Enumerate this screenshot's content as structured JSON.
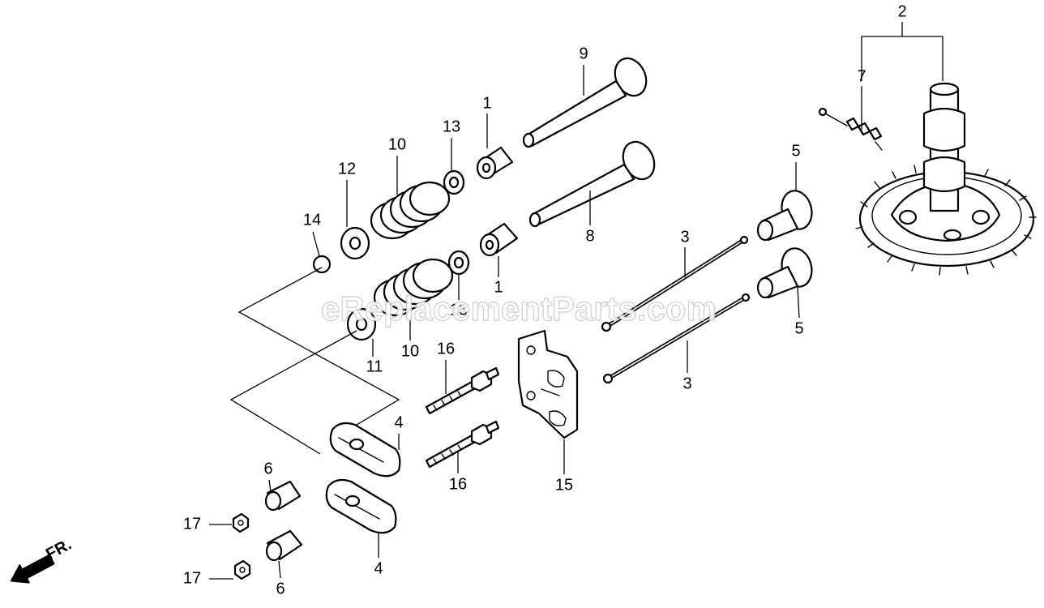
{
  "watermark": "eReplacementParts.com",
  "front_marker": "FR.",
  "callouts": {
    "c1a": "1",
    "c1b": "1",
    "c2": "2",
    "c3a": "3",
    "c3b": "3",
    "c4a": "4",
    "c4b": "4",
    "c5a": "5",
    "c5b": "5",
    "c6a": "6",
    "c6b": "6",
    "c7": "7",
    "c8": "8",
    "c9": "9",
    "c10a": "10",
    "c10b": "10",
    "c11": "11",
    "c12": "12",
    "c13a": "13",
    "c13b": "13",
    "c14": "14",
    "c15": "15",
    "c16a": "16",
    "c16b": "16",
    "c17a": "17",
    "c17b": "17"
  },
  "colors": {
    "line": "#000000",
    "background": "#ffffff",
    "watermark": "#c8c8c8"
  }
}
